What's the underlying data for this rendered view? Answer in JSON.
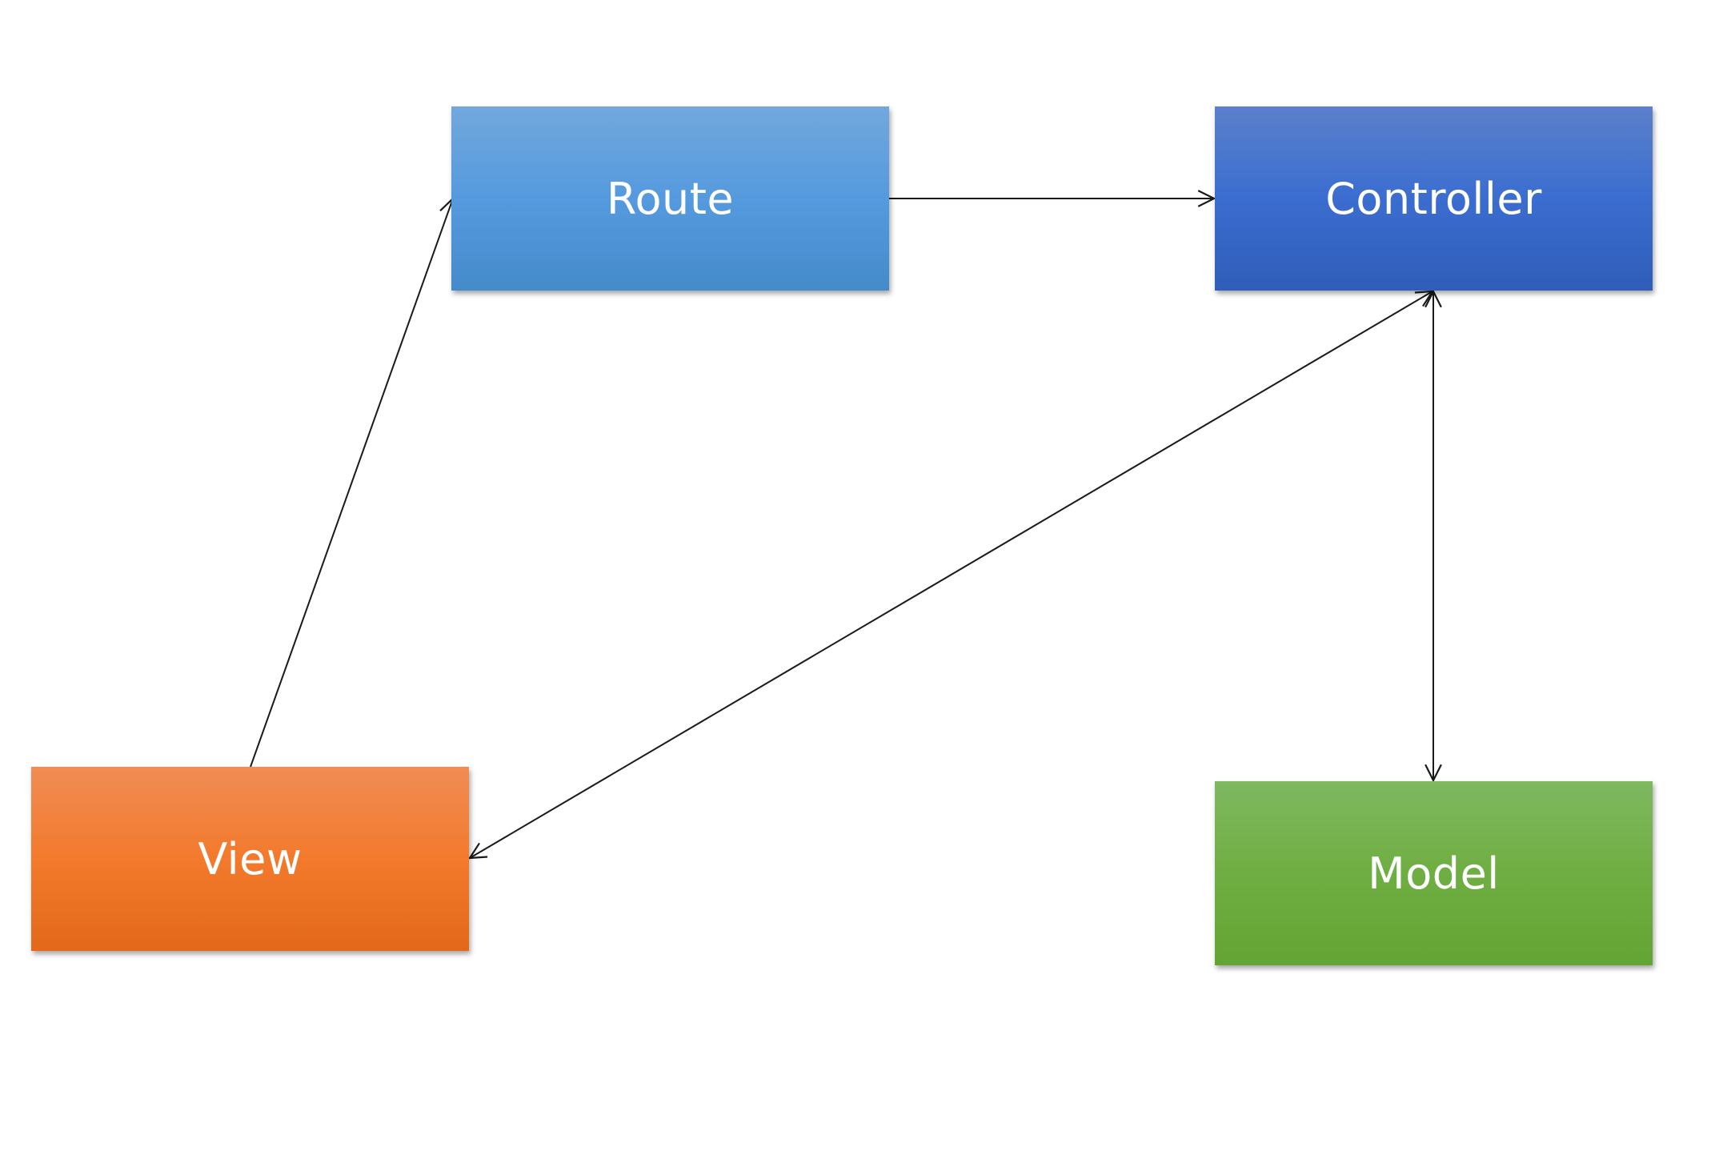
{
  "diagram": {
    "nodes": {
      "route": {
        "label": "Route"
      },
      "controller": {
        "label": "Controller"
      },
      "view": {
        "label": "View"
      },
      "model": {
        "label": "Model"
      }
    },
    "edges": [
      {
        "from": "route",
        "to": "controller",
        "direction": "forward"
      },
      {
        "from": "view",
        "to": "route",
        "direction": "forward"
      },
      {
        "from": "controller",
        "to": "view",
        "direction": "bidirectional"
      },
      {
        "from": "controller",
        "to": "model",
        "direction": "bidirectional"
      }
    ]
  },
  "colors": {
    "route": "#559ade",
    "controller": "#3b6dd0",
    "view": "#f37a2c",
    "model": "#6fae42",
    "edge": "#1a1a1a"
  }
}
